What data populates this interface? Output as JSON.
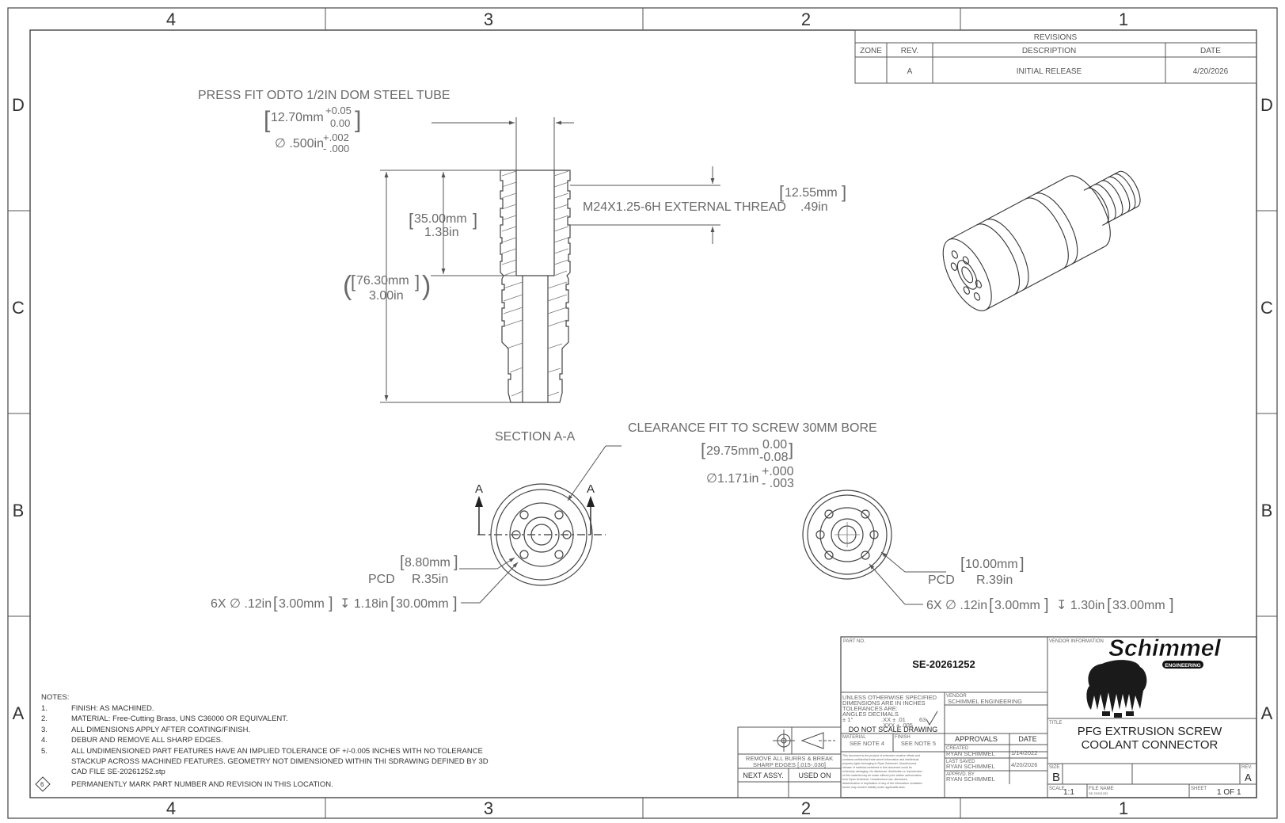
{
  "border": {
    "columns": [
      "4",
      "3",
      "2",
      "1"
    ],
    "rows": [
      "D",
      "C",
      "B",
      "A"
    ]
  },
  "revisions": {
    "title": "REVISIONS",
    "headers": {
      "zone": "ZONE",
      "rev": "REV.",
      "description": "DESCRIPTION",
      "date": "DATE"
    },
    "rows": [
      {
        "zone": "",
        "rev": "A",
        "description": "INITIAL RELEASE",
        "date": "4/20/2026"
      }
    ]
  },
  "section_view": {
    "press_fit_note": "PRESS FIT ODTO 1/2IN DOM STEEL TUBE",
    "press_fit_mm": "12.70mm",
    "press_fit_mm_tol_upper": "+0.05",
    "press_fit_mm_tol_lower": "0.00",
    "press_fit_in": "∅ .500in",
    "press_fit_in_tol_upper": "+.002",
    "press_fit_in_tol_lower": "- .000",
    "thread_note": "M24X1.25-6H EXTERNAL THREAD",
    "thread_len_mm": "12.55mm",
    "thread_len_in": ".49in",
    "bore_depth_mm": "35.00mm",
    "bore_depth_in": "1.38in",
    "overall_len_mm": "76.30mm",
    "overall_len_in": "3.00in",
    "section_label": "SECTION A-A"
  },
  "left_end_view": {
    "cut_letter_left": "A",
    "cut_letter_right": "A",
    "clearance_note": "CLEARANCE FIT TO SCREW 30MM BORE",
    "clearance_mm": "29.75mm",
    "clearance_mm_tol_upper": "0.00",
    "clearance_mm_tol_lower": "-0.08",
    "clearance_in": "∅1.171in",
    "clearance_in_tol_upper": "+.000",
    "clearance_in_tol_lower": "- .003",
    "pcd_label": "PCD",
    "pcd_mm": "8.80mm",
    "pcd_in": "R.35in",
    "hole_callout": "6X  ∅  .12in",
    "hole_callout_mm": "3.00mm",
    "hole_callout_depth": "↧ 1.18in",
    "hole_callout_depth_mm": "30.00mm"
  },
  "right_end_view": {
    "pcd_label": "PCD",
    "pcd_mm": "10.00mm",
    "pcd_in": "R.39in",
    "hole_callout": "6X  ∅  .12in",
    "hole_callout_mm": "3.00mm",
    "hole_callout_depth": "↧ 1.30in",
    "hole_callout_depth_mm": "33.00mm"
  },
  "notes": {
    "heading": "NOTES:",
    "items": [
      {
        "num": "1.",
        "text": "FINISH: AS MACHINED."
      },
      {
        "num": "2.",
        "text": "MATERIAL: Free-Cutting Brass, UNS C36000 OR EQUIVALENT."
      },
      {
        "num": "3.",
        "text": "ALL DIMENSIONS APPLY AFTER COATING/FINISH."
      },
      {
        "num": "4.",
        "text": "DEBUR AND REMOVE ALL SHARP EDGES."
      },
      {
        "num": "5.",
        "text": "ALL UNDIMENSIONED PART FEATURES HAVE AN IMPLIED TOLERANCE OF +/-0.005 INCHES WITH NO TOLERANCE"
      },
      {
        "num": "",
        "text": "STACKUP ACROSS MACHINED FEATURES. GEOMETRY NOT DIMENSIONED WITHIN THI SDRAWING DEFINED BY 3D"
      },
      {
        "num": "",
        "text": "CAD FILE SE-20261252.stp"
      },
      {
        "num": "6",
        "text": "PERMANENTLY MARK PART NUMBER AND REVISION IN THIS LOCATION."
      }
    ]
  },
  "title_block": {
    "part_no_label": "PART NO.",
    "part_no": "SE-20261252",
    "vendor_info_label": "VENDOR INFORMATION",
    "logo_text": "Schimmel",
    "logo_sub": "ENGINEERING",
    "tolerance_lines": [
      "UNLESS OTHERWISE SPECIFIED",
      "DIMENSIONS ARE IN INCHES",
      "TOLERANCES ARE:",
      "ANGLES    DECIMALS"
    ],
    "tol_angle": "± 1°",
    "tol_xx": ".XX  ± .01",
    "tol_xxx": ".XXX ± .005",
    "surface_finish": "63",
    "do_not_scale": "DO NOT SCALE DRAWING",
    "vendor_label": "VENDOR",
    "vendor": "SCHIMMEL ENGINEERING",
    "material_label": "MATERIAL",
    "material": "SEE NOTE 4",
    "finish_label": "FINISH",
    "finish": "SEE NOTE 5",
    "approvals_header": "APPROVALS",
    "date_header": "DATE",
    "created_label": "CREATED",
    "created_by": "RYAN SCHIMMEL",
    "created_date": "1/14/2022",
    "last_saved_label": "LAST SAVED",
    "last_saved_by": "RYAN SCHIMMEL",
    "last_saved_date": "4/20/2026",
    "approved_label": "APPRVD. BY",
    "approved_by": "RYAN SCHIMMEL",
    "title_label": "TITLE",
    "title_line1": "PFG EXTRUSION SCREW",
    "title_line2": "COOLANT CONNECTOR",
    "remove_burrs_1": "REMOVE ALL BURRS & BREAK",
    "remove_burrs_2": "SHARP EDGES [.015-.030]",
    "next_assy": "NEXT ASSY.",
    "used_on": "USED ON",
    "confidential": [
      "This document is the product of extensive creative efforts and",
      "contains confidential trade secret information and intellectual",
      "property rights belonging to Ryan Schimmel. Unauthorized",
      "release of material contained in this document could be",
      "extremely damaging. No disclosure, distribution or reproduction",
      "of this material may be made without prior written authorization",
      "from Ryan Schimmel. Unauthorized use, disclosure,",
      "dissemination or duplication of any of the information contained",
      "herein may result in liability under applicable laws."
    ],
    "size_label": "SIZE",
    "size": "B",
    "rev_label": "REV.",
    "rev": "A",
    "scale_label": "SCALE",
    "scale": "1:1",
    "file_name_label": "FILE NAME",
    "file_name": "SE-20261252",
    "sheet_label": "SHEET",
    "sheet": "1 OF 1"
  }
}
